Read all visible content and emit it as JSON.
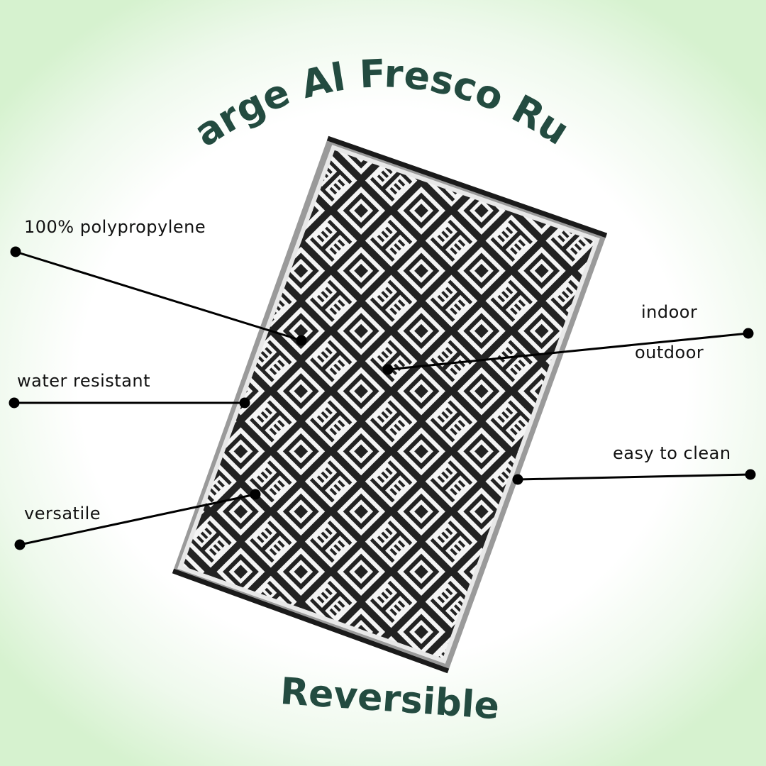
{
  "title": "Large Al Fresco Rug",
  "subtitle": "Reversible",
  "features": {
    "material": "100% polypropylene",
    "water": "water resistant",
    "versatile": "versatile",
    "indoor": "indoor",
    "outdoor": "outdoor",
    "clean": "easy to clean"
  },
  "colors": {
    "title_text": "#234b40",
    "rug_dark": "#222222",
    "rug_light": "#f4f4f4",
    "rug_border": "#9a9a9a",
    "background_edge": "#d6f2cf"
  }
}
